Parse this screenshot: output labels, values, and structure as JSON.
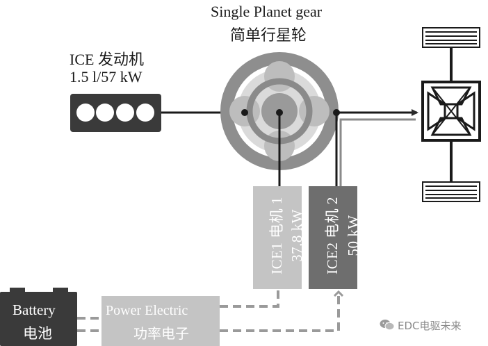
{
  "gear": {
    "title_en": "Single Planet gear",
    "title_cn": "简单行星轮"
  },
  "ice": {
    "label": "ICE 发动机",
    "spec": "1.5 l/57 kW"
  },
  "motor1": {
    "line1": "ICE1 电机 1",
    "line2": "37.8 kW"
  },
  "motor2": {
    "line1": "ICE2 电机 2",
    "line2": "50 kW"
  },
  "battery": {
    "label_en": "Battery",
    "label_cn": "电池"
  },
  "power": {
    "label_en": "Power Electric",
    "label_cn": "功率电子"
  },
  "watermark": {
    "text": "EDC电驱未来"
  },
  "colors": {
    "dark": "#3a3a3a",
    "gear_ring": "#8a8a8a",
    "planet": "#b8b8b8",
    "motor1_fill": "#c4c4c4",
    "motor2_fill": "#6e6e6e",
    "dashed": "#9a9a9a"
  }
}
